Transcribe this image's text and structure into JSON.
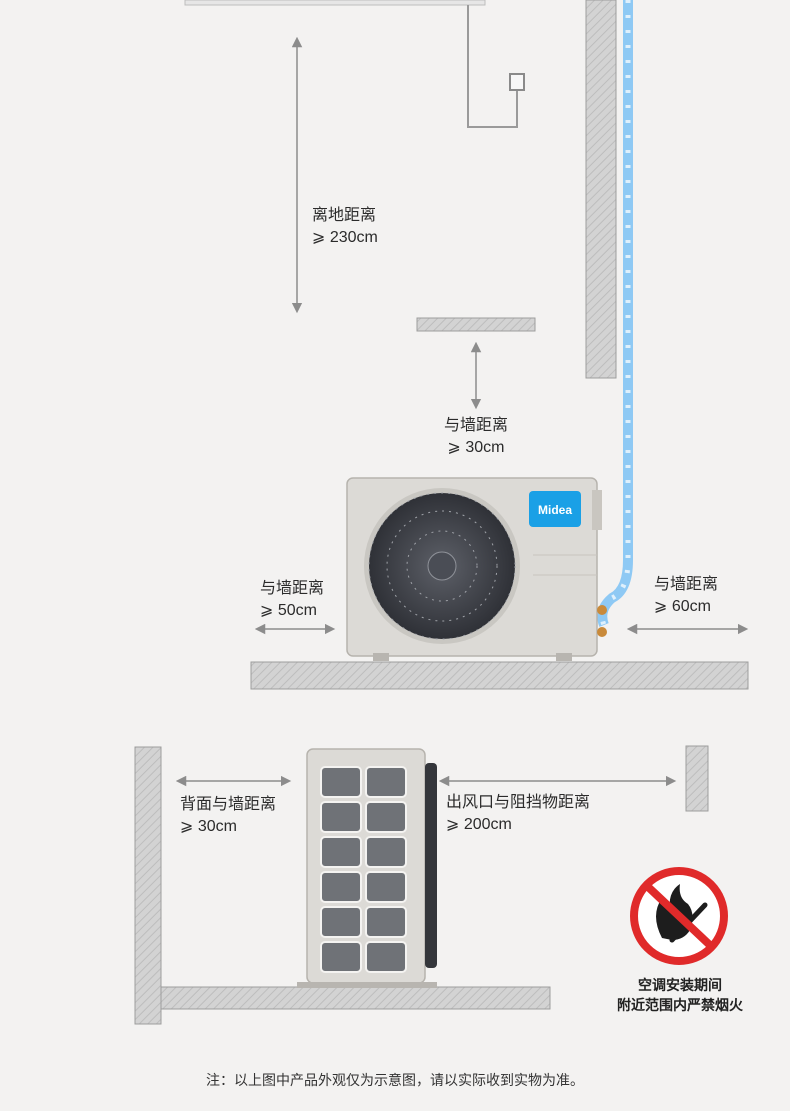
{
  "labels": {
    "ground_height": {
      "line1": "离地距离",
      "line2": "⩾ 230cm"
    },
    "top_clearance": {
      "line1": "与墙距离",
      "line2": "⩾ 30cm"
    },
    "left_clearance": {
      "line1": "与墙距离",
      "line2": "⩾ 50cm"
    },
    "right_clearance": {
      "line1": "与墙距离",
      "line2": "⩾ 60cm"
    },
    "back_clearance": {
      "line1": "背面与墙距离",
      "line2": "⩾ 30cm"
    },
    "outlet_clearance": {
      "line1": "出风口与阻挡物距离",
      "line2": "⩾ 200cm"
    }
  },
  "brand": {
    "logo_text": "Midea"
  },
  "warning": {
    "line1": "空调安装期间",
    "line2": "附近范围内严禁烟火"
  },
  "footnote": "注：以上图中产品外观仅为示意图，请以实际收到实物为准。",
  "colors": {
    "background": "#f3f2f1",
    "wall": "#d5d5d5",
    "wall_stroke": "#9d9d9d",
    "pipe": "#8ec9f4",
    "brand_blue": "#1aa0e6",
    "warning_red": "#e02a2a",
    "arrow": "#8c8c8c"
  }
}
